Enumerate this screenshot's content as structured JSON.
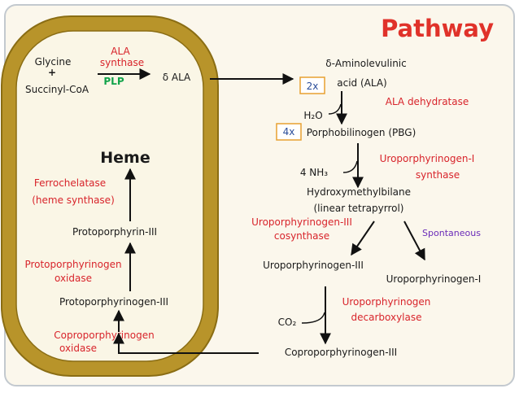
{
  "title": "Pathway",
  "colors": {
    "background": "#fbf7ec",
    "border": "#c3c9cf",
    "mito_outer": "#b8942a",
    "mito_inner": "#faf6e6",
    "title": "#e0322a",
    "enzyme": "#d8242b",
    "cofactor": "#11a34a",
    "spontaneous": "#6a2bb8",
    "box_border": "#e8a030",
    "box_text": "#2a4d9a"
  },
  "mito": {
    "glycine": "Glycine",
    "plus": "+",
    "succinyl": "Succinyl-CoA",
    "ala_synthase_1": "ALA",
    "ala_synthase_2": "synthase",
    "plp": "PLP",
    "delta_ala": "δ ALA",
    "heme": "Heme",
    "ferrochelatase_1": "Ferrochelatase",
    "ferrochelatase_2": "(heme synthase)",
    "protoporphyrin": "Protoporphyrin-III",
    "protogen_ox_1": "Protoporphyrinogen",
    "protogen_ox_2": "oxidase",
    "protoporphyrinogen": "Protoporphyrinogen-III",
    "coprogen_ox_1": "Coproporphyrinogen",
    "coprogen_ox_2": "oxidase"
  },
  "cyto": {
    "dala_1": "δ-Aminolevulinic",
    "dala_2": "acid (ALA)",
    "box_2x": "2x",
    "h2o": "H₂O",
    "ala_dehydratase": "ALA dehydratase",
    "box_4x": "4x",
    "pbg": "Porphobilinogen (PBG)",
    "uro1_synth_1": "Uroporphyrinogen-I",
    "uro1_synth_2": "synthase",
    "nh3": "4 NH₃",
    "hmb_1": "Hydroxymethylbilane",
    "hmb_2": "(linear tetrapyrrol)",
    "uro3_cosynth_1": "Uroporphyrinogen-III",
    "uro3_cosynth_2": "cosynthase",
    "spontaneous": "Spontaneous",
    "uro3": "Uroporphyrinogen-III",
    "uro1": "Uroporphyrinogen-I",
    "co2": "CO₂",
    "uro_decarb_1": "Uroporphyrinogen",
    "uro_decarb_2": "decarboxylase",
    "coproporphyrinogen": "Coproporphyrinogen-III"
  }
}
